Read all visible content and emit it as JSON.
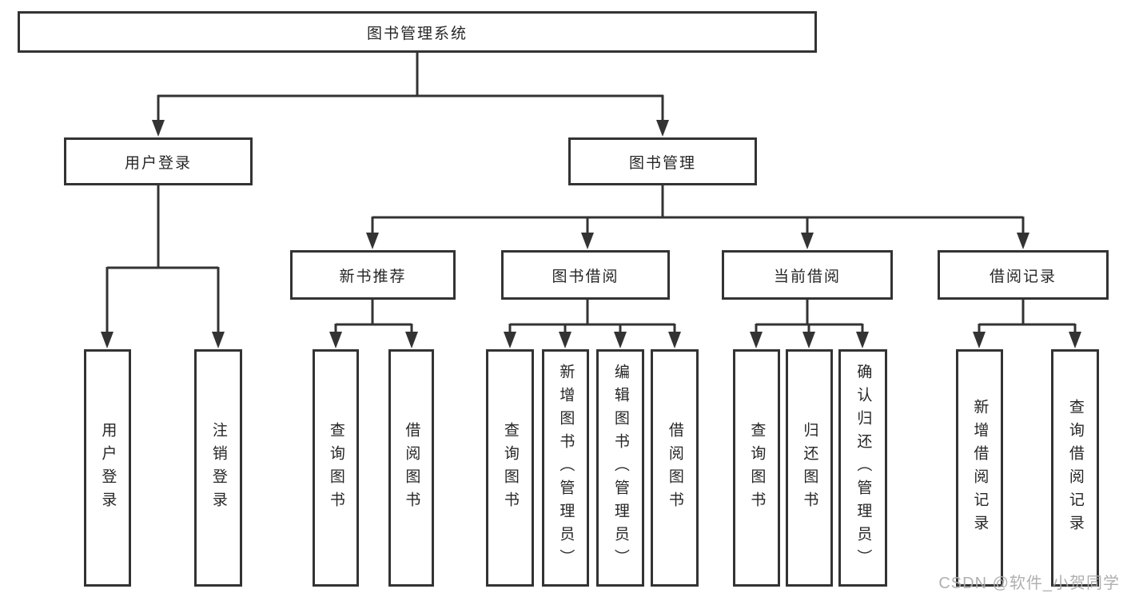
{
  "nodes": {
    "root": "图书管理系统",
    "level2": [
      "用户登录",
      "图书管理"
    ],
    "level3": [
      "新书推荐",
      "图书借阅",
      "当前借阅",
      "借阅记录"
    ],
    "leaves": [
      "用户登录",
      "注销登录",
      "查询图书",
      "借阅图书",
      "查询图书",
      "新增图书（管理员）",
      "编辑图书（管理员）",
      "借阅图书",
      "查询图书",
      "归还图书",
      "确认归还（管理员）",
      "新增借阅记录",
      "查询借阅记录"
    ]
  },
  "hierarchy": {
    "图书管理系统": {
      "用户登录": [
        "用户登录",
        "注销登录"
      ],
      "图书管理": {
        "新书推荐": [
          "查询图书",
          "借阅图书"
        ],
        "图书借阅": [
          "查询图书",
          "新增图书（管理员）",
          "编辑图书（管理员）",
          "借阅图书"
        ],
        "当前借阅": [
          "查询图书",
          "归还图书",
          "确认归还（管理员）"
        ],
        "借阅记录": [
          "新增借阅记录",
          "查询借阅记录"
        ]
      }
    }
  },
  "watermark": "CSDN @软件_小贺同学",
  "colors": {
    "line": "#333333",
    "box_border": "#333333",
    "text": "#262626",
    "watermark": "#acacac",
    "background": "#ffffff"
  }
}
